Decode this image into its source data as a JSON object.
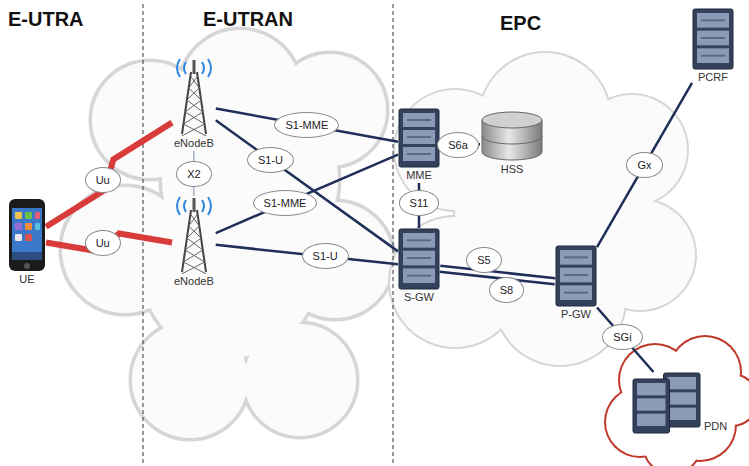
{
  "diagram": {
    "nodes": [
      {
        "text": [
          "UE"
        ]
      },
      {
        "text": [
          "eNodeB"
        ]
      },
      {
        "text": [
          "eNodeB"
        ]
      },
      {
        "text": [
          "MME"
        ]
      },
      {
        "text": [
          "HSS"
        ]
      },
      {
        "text": [
          "S-GW"
        ]
      },
      {
        "text": [
          "P-GW"
        ]
      },
      {
        "text": [
          "PCRF"
        ]
      },
      {
        "text": [
          "PDN"
        ]
      }
    ],
    "edges": [
      {
        "from": 0,
        "to": 1,
        "arrow": "none",
        "label": "Uu"
      },
      {
        "from": 0,
        "to": 2,
        "arrow": "none",
        "label": "Uu"
      },
      {
        "from": 1,
        "to": 3,
        "arrow": "none",
        "label": "S1-MME"
      },
      {
        "from": 1,
        "to": 5,
        "arrow": "none",
        "label": "S1-U"
      },
      {
        "from": 1,
        "to": 2,
        "arrow": "none",
        "label": "X2"
      },
      {
        "from": 2,
        "to": 3,
        "arrow": "none",
        "label": "S1-MME"
      },
      {
        "from": 2,
        "to": 5,
        "arrow": "none",
        "label": "S1-U"
      },
      {
        "from": 3,
        "to": 4,
        "arrow": "none",
        "label": "S6a"
      },
      {
        "from": 3,
        "to": 5,
        "arrow": "none",
        "label": "S11"
      },
      {
        "from": 5,
        "to": 6,
        "arrow": "none",
        "label": "S5"
      },
      {
        "from": 5,
        "to": 6,
        "arrow": "none",
        "label": "S8"
      },
      {
        "from": 6,
        "to": 7,
        "arrow": "none",
        "label": "Gx"
      },
      {
        "from": 6,
        "to": 8,
        "arrow": "none",
        "label": "SGi"
      }
    ],
    "labels": [
      "E-UTRA",
      "E-UTRAN",
      "EPC"
    ]
  }
}
